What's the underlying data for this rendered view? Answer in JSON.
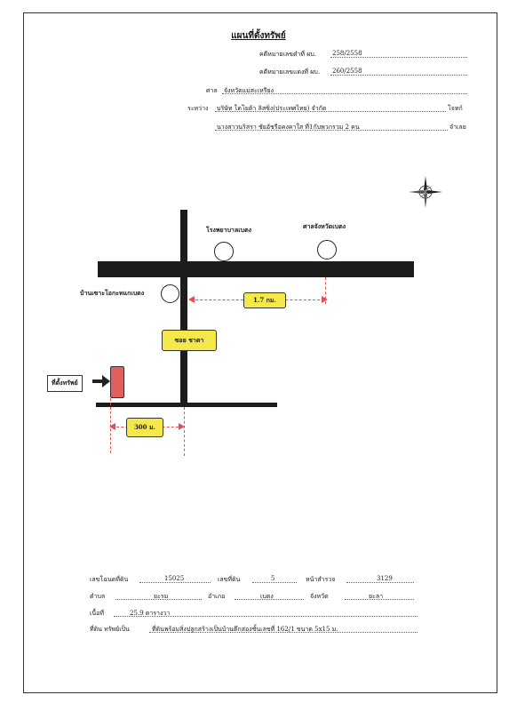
{
  "header": {
    "title": "แผนที่ตั้งทรัพย์",
    "black_case_label": "คดีหมายเลขดำที่ ผบ.",
    "black_case_value": "258/2558",
    "red_case_label": "คดีหมายเลขแดงที่ ผบ.",
    "red_case_value": "260/2558",
    "court_label": "ศาล",
    "court_value": "จังหวัดแม่สะเหรียง",
    "between_label": "ระหว่าง",
    "plaintiff": "บริษัท โตโยต้า ลิสซิ่ง(ประเทศไทย) จำกัด",
    "plaintiff_role": "โจทก์",
    "defendant": "นางสาวนริสรา ชัยอัชรีอคงคาใส ที่1กับพวกรวม 2 คน",
    "defendant_role": "จำเลย"
  },
  "map": {
    "hospital": "โรงพยาบาลเบตง",
    "court_building": "ศาลจังหวัดเบตง",
    "village": "บ้านเซาะโอกะทแกเบตง",
    "distance_main": "1.7 กม.",
    "soi_name": "ซอย ชาตา",
    "property_label": "ที่ตั้งทรัพย์",
    "distance_soi": "300 ม."
  },
  "details": {
    "deed_label": "เลขโฉนดที่ดิน",
    "deed_value": "15025",
    "land_no_label": "เลขที่ดิน",
    "land_no_value": "5",
    "survey_label": "หน้าสำรวจ",
    "survey_value": "3129",
    "subdistrict_label": "ตำบล",
    "subdistrict_value": "ยะรม",
    "district_label": "อำเภอ",
    "district_value": "เบตง",
    "province_label": "จังหวัด",
    "province_value": "ยะลา",
    "area_label": "เนื้อที่",
    "area_value": "25.9 ตารางวา",
    "property_type_label": "ที่ดิน ทรัพย์เป็น",
    "property_type_value": "ที่ดินพร้อมสิ่งปลูกสร้างเป็นบ้านตึกสองชั้นเลขที่ 162/1 ขนาด 5x15 ม."
  },
  "colors": {
    "road": "#1c1c1c",
    "label_fill": "#f5e84a",
    "property_marker": "#e06060",
    "dash": "#e05050"
  },
  "icons": {
    "compass": "compass-rose-icon",
    "arrow": "arrow-right-icon"
  }
}
